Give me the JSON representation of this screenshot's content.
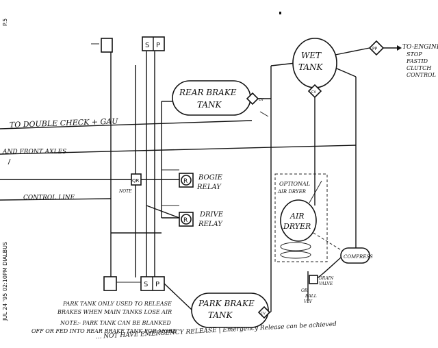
{
  "fax_header": {
    "page": "P.5",
    "timestamp": "JUL 24 '95 02:10PM DIALBUS"
  },
  "components": {
    "wet_tank": [
      "WET",
      "TANK"
    ],
    "rear_brake_tank": [
      "REAR BRAKE",
      "TANK"
    ],
    "park_brake_tank": [
      "PARK BRAKE",
      "TANK"
    ],
    "bogie_relay": [
      "BOGIE",
      "RELAY"
    ],
    "drive_relay": [
      "DRIVE",
      "RELAY"
    ],
    "air_dryer": [
      "AIR",
      "DRYER"
    ],
    "optional_dryer": [
      "OPTIONAL",
      "AIR DRYER"
    ],
    "compressor": "COMPRESS",
    "to_engine": [
      "TO-ENGINE",
      "STOP",
      "FASTID",
      "CLUTCH",
      "CONTROL"
    ],
    "drain_valve": [
      "DRAIN",
      "VALVE",
      "OR",
      "BALL",
      "VLV"
    ]
  },
  "valve_symbols": {
    "switch": "S",
    "pressure": "P",
    "relay": "R",
    "quick_release": "QR",
    "check_valve": "CV",
    "pressure_protect": "PP"
  },
  "line_labels": {
    "double_check": "TO DOUBLE CHECK + GAU",
    "front_axles": "AND FRONT AXLES",
    "control_line": "CONTROL LINE",
    "note_small": "NOTE"
  },
  "notes": {
    "park_tank_1": "PARK TANK ONLY USED TO RELEASE",
    "park_tank_2": "BRAKES WHEN MAIN TANKS LOSE AIR",
    "note_1": "NOTE:- PARK TANK CAN BE BLANKED",
    "note_2": "OFF OR FED INTO REAR BRAKE TANK FOR MORE",
    "note_3": "... NOT HAVE EMERGENCY RELEASE | Emergency Release can be achieved"
  }
}
